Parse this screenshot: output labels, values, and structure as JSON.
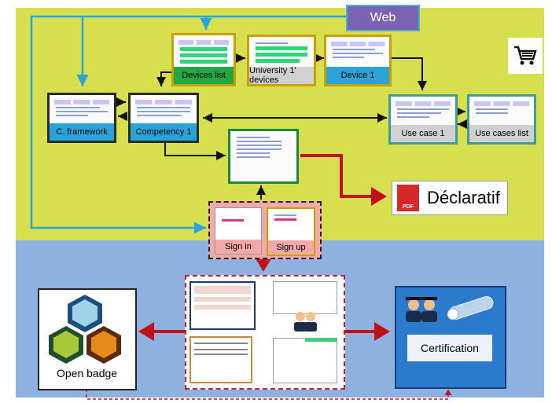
{
  "header": {
    "web_label": "Web"
  },
  "cards": {
    "devices_list": "Devices list",
    "university_devices": "University 1' devices",
    "device_1": "Device 1",
    "c_framework": "C. framework",
    "competency_1": "Competency 1",
    "use_case_1": "Use case  1",
    "use_cases_list": "Use cases list"
  },
  "pdf": {
    "icon_text": "PDF",
    "label": "Déclaratif"
  },
  "sign": {
    "sign_in": "Sign in",
    "sign_up": "Sign up"
  },
  "badge": {
    "label": "Open badge"
  },
  "certification": {
    "label": "Certification"
  },
  "colors": {
    "top_zone": "#d7df4f",
    "bottom_zone": "#8fb1df",
    "web_header": "#7a63b0",
    "connector_blue": "#2aa3d9",
    "arrow_red": "#c0101a"
  }
}
